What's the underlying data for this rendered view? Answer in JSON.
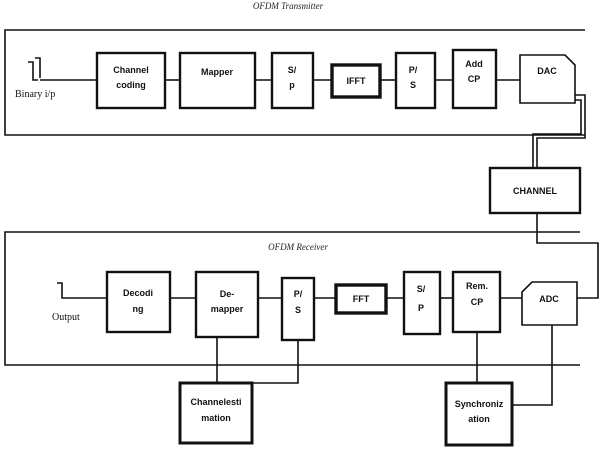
{
  "transmitter": {
    "title": "OFDM Transmitter",
    "input_label": "Binary i/p",
    "blocks": [
      {
        "id": "channel-coding",
        "lines": [
          "Channel",
          "coding"
        ]
      },
      {
        "id": "mapper",
        "lines": [
          "Mapper"
        ]
      },
      {
        "id": "sp",
        "lines": [
          "S/",
          "p"
        ]
      },
      {
        "id": "ifft",
        "lines": [
          "IFFT"
        ]
      },
      {
        "id": "ps",
        "lines": [
          "P/",
          "S"
        ]
      },
      {
        "id": "add-cp",
        "lines": [
          "Add",
          "CP"
        ]
      },
      {
        "id": "dac",
        "lines": [
          "DAC"
        ]
      }
    ]
  },
  "channel": {
    "label": "CHANNEL"
  },
  "receiver": {
    "title": "OFDM Receiver",
    "output_label": "Output",
    "blocks": [
      {
        "id": "decoding",
        "lines": [
          "Decodi",
          "ng"
        ]
      },
      {
        "id": "demapper",
        "lines": [
          "De-",
          "mapper"
        ]
      },
      {
        "id": "ps",
        "lines": [
          "P/",
          "S"
        ]
      },
      {
        "id": "fft",
        "lines": [
          "FFT"
        ]
      },
      {
        "id": "sp",
        "lines": [
          "S/",
          "P"
        ]
      },
      {
        "id": "rem-cp",
        "lines": [
          "Rem.",
          "CP"
        ]
      },
      {
        "id": "adc",
        "lines": [
          "ADC"
        ]
      }
    ],
    "lower_blocks": [
      {
        "id": "channel-estimation",
        "lines": [
          "Channelesti",
          "mation"
        ]
      },
      {
        "id": "synchronization",
        "lines": [
          "Synchroniz",
          "ation"
        ]
      }
    ]
  }
}
